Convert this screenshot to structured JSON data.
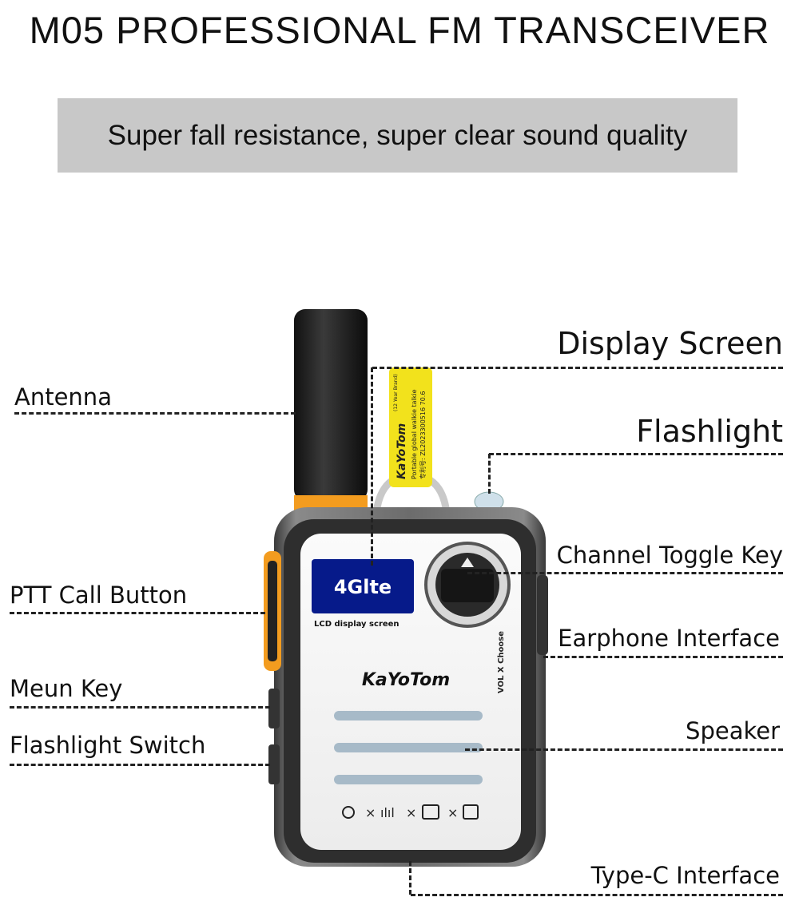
{
  "title": "M05 PROFESSIONAL FM TRANSCEIVER",
  "subtitle": "Super fall resistance, super clear sound quality",
  "labels": {
    "display_screen": "Display Screen",
    "flashlight": "Flashlight",
    "antenna": "Antenna",
    "channel_toggle_key": "Channel Toggle Key",
    "ptt_call_button": "PTT Call Button",
    "earphone_interface": "Earphone Interface",
    "menu_key": "Meun Key",
    "flashlight_switch": "Flashlight Switch",
    "speaker": "Speaker",
    "type_c_interface": "Type-C Interface"
  },
  "device": {
    "brand": "KaYoTom",
    "screen_text": "4Glte",
    "screen_caption": "LCD display screen",
    "vol_text": "VOL X Choose",
    "tag_lines": [
      "KaYoTom",
      "Portable global walkie talkie",
      "专利号: ZL2023300516 70.6",
      "(12 Year Brand)"
    ]
  },
  "colors": {
    "accent": "#f39c1f",
    "tag": "#f2e21c",
    "screen": "#0b2bd6",
    "body": "#5a5a5a"
  }
}
